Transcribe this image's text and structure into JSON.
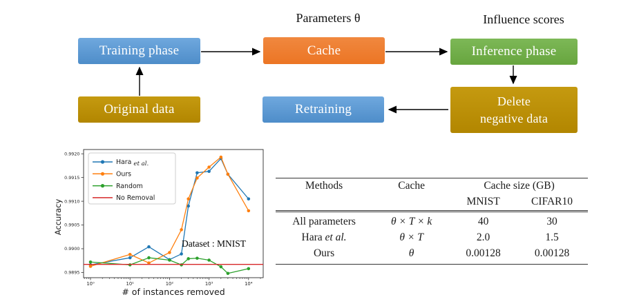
{
  "flowchart": {
    "top_labels": {
      "parameters": "Parameters θ",
      "influence": "Influence scores"
    },
    "boxes": [
      {
        "id": "training-phase",
        "label": "Training phase",
        "color": "#5B9BD5"
      },
      {
        "id": "cache",
        "label": "Cache",
        "color": "#ED7D31"
      },
      {
        "id": "inference-phase",
        "label": "Inference phase",
        "color": "#70AD47"
      },
      {
        "id": "original-data",
        "label": "Original data",
        "color": "#BF9000"
      },
      {
        "id": "retraining",
        "label": "Retraining",
        "color": "#5B9BD5"
      },
      {
        "id": "delete-negative",
        "label": "Delete\nnegative data",
        "color": "#BF9000"
      }
    ],
    "arrows": [
      "training-to-cache",
      "cache-to-inference",
      "original-to-training",
      "inference-to-delete",
      "delete-to-retraining"
    ]
  },
  "chart_data": {
    "type": "line",
    "title": "",
    "xlabel": "# of instances removed",
    "ylabel": "Accuracy",
    "x_scale": "log",
    "x": [
      1,
      10,
      30,
      100,
      200,
      300,
      500,
      1000,
      2000,
      3000,
      10000
    ],
    "series": [
      {
        "name": "Hara",
        "name_suffix": "et al.",
        "color": "#1f77b4",
        "values": [
          0.98966,
          0.98981,
          0.99004,
          0.98977,
          0.98989,
          0.9909,
          0.9916,
          0.99163,
          0.9919,
          0.99157,
          0.99105
        ]
      },
      {
        "name": "Ours",
        "color": "#ff7f0e",
        "values": [
          0.98963,
          0.98988,
          0.9897,
          0.98992,
          0.9904,
          0.99105,
          0.99149,
          0.99172,
          0.99193,
          0.99157,
          0.9908
        ]
      },
      {
        "name": "Random",
        "color": "#2ca02c",
        "values": [
          0.98972,
          0.98966,
          0.98981,
          0.98976,
          0.98966,
          0.98979,
          0.9898,
          0.98976,
          0.98962,
          0.98948,
          0.98958
        ]
      },
      {
        "name": "No Removal",
        "color": "#d62728",
        "type": "hline",
        "value": 0.98967
      }
    ],
    "xticks": {
      "values": [
        1,
        10,
        100,
        1000,
        10000
      ],
      "labels": [
        "10⁰",
        "10¹",
        "10²",
        "10³",
        "10⁴"
      ]
    },
    "yticks": [
      "0.9895",
      "0.9900",
      "0.9905",
      "0.9910",
      "0.9915",
      "0.9920"
    ],
    "ylim": [
      0.98939,
      0.99209
    ],
    "xlim_log": [
      -0.17,
      4.37
    ],
    "grid": false,
    "legend_position": "upper left",
    "annotation": "Dataset : MNIST"
  },
  "table": {
    "headers": {
      "methods": "Methods",
      "cache": "Cache",
      "cache_size": "Cache size (GB)",
      "mnist": "MNIST",
      "cifar10": "CIFAR10"
    },
    "rows": [
      {
        "method": "All parameters",
        "cache": "θ × T × k",
        "mnist": "40",
        "cifar10": "30"
      },
      {
        "method": "Hara",
        "method_suffix": "et al.",
        "cache": "θ × T",
        "mnist": "2.0",
        "cifar10": "1.5"
      },
      {
        "method": "Ours",
        "cache": "θ",
        "mnist": "0.00128",
        "cifar10": "0.00128"
      }
    ]
  }
}
